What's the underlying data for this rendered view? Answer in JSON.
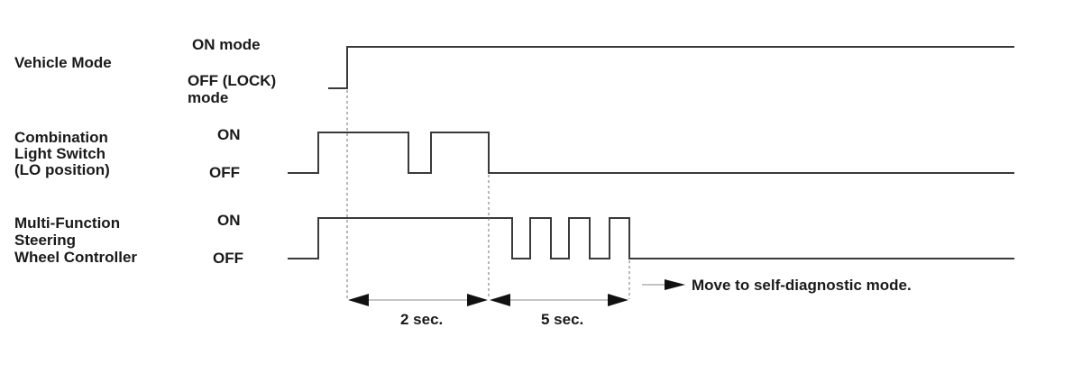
{
  "signals": [
    {
      "id": "vehicle-mode",
      "name_lines": [
        "Vehicle Mode"
      ],
      "state_high": [
        "ON mode"
      ],
      "state_low": [
        "OFF (LOCK)",
        "mode"
      ]
    },
    {
      "id": "combination-light-switch",
      "name_lines": [
        "Combination",
        "Light Switch",
        "(LO position)"
      ],
      "state_high": [
        "ON"
      ],
      "state_low": [
        "OFF"
      ]
    },
    {
      "id": "multi-function-steering",
      "name_lines": [
        "Multi-Function",
        "Steering",
        "Wheel Controller"
      ],
      "state_high": [
        "ON"
      ],
      "state_low": [
        "OFF"
      ]
    }
  ],
  "durations": [
    {
      "label": "2 sec."
    },
    {
      "label": "5 sec."
    }
  ],
  "annotation": "Move to self-diagnostic mode."
}
